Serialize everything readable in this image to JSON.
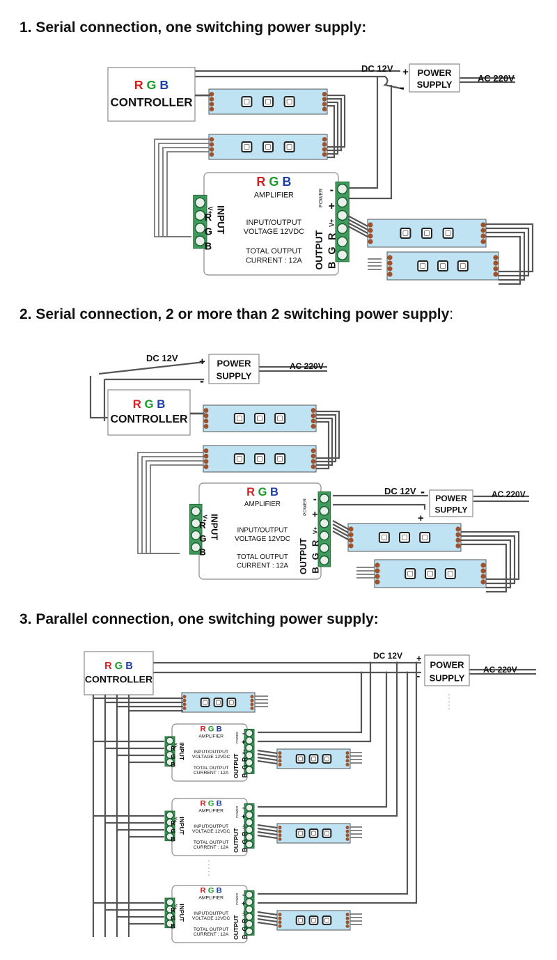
{
  "titles": {
    "t1": "1.  Serial connection, one switching power supply:",
    "t2": "2.  Serial connection, 2 or more than 2 switching power supply",
    "t2_suffix": ":",
    "t3": "3.  Parallel connection, one switching power supply:"
  },
  "labels": {
    "dc12v": "DC 12V",
    "ac220v": "AC 220V",
    "power": "POWER",
    "supply": "SUPPLY",
    "plus": "+",
    "minus": "-",
    "rgb_r": "R",
    "rgb_g": "G",
    "rgb_b": "B",
    "controller": "CONTROLLER",
    "amplifier": "AMPLIFIER",
    "io_voltage_1": "INPUT/OUTPUT",
    "io_voltage_2": "VOLTAGE 12VDC",
    "total_1": "TOTAL OUTPUT",
    "total_2": "CURRENT : 12A",
    "input": "INPUT",
    "output": "OUTPUT",
    "power_small": "POWER",
    "vplus": "V+"
  },
  "colors": {
    "red": "#d22222",
    "green": "#1a9a2a",
    "blue": "#1f3fa8",
    "strip": "#bfe3f2",
    "terminal": "#3e9b5b"
  }
}
